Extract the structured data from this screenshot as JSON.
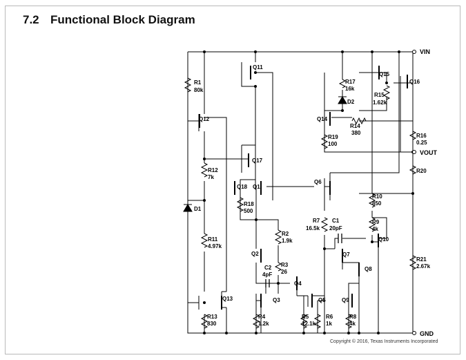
{
  "section": {
    "number": "7.2",
    "title": "Functional Block Diagram"
  },
  "copyright": "Copyright © 2016, Texas Instruments Incorporated",
  "pins": {
    "vin": "VIN",
    "vout": "VOUT",
    "gnd": "GND"
  },
  "transistors": [
    {
      "id": "q1",
      "label": "Q1"
    },
    {
      "id": "q2",
      "label": "Q2"
    },
    {
      "id": "q3",
      "label": "Q3"
    },
    {
      "id": "q4",
      "label": "Q4"
    },
    {
      "id": "q5",
      "label": "Q5"
    },
    {
      "id": "q6",
      "label": "Q6"
    },
    {
      "id": "q7",
      "label": "Q7"
    },
    {
      "id": "q8",
      "label": "Q8"
    },
    {
      "id": "q9",
      "label": "Q9"
    },
    {
      "id": "q10",
      "label": "Q10"
    },
    {
      "id": "q11",
      "label": "Q11"
    },
    {
      "id": "q12",
      "label": "Q12"
    },
    {
      "id": "q13",
      "label": "Q13"
    },
    {
      "id": "q14",
      "label": "Q14"
    },
    {
      "id": "q15",
      "label": "Q15"
    },
    {
      "id": "q16",
      "label": "Q16"
    },
    {
      "id": "q17",
      "label": "Q17"
    },
    {
      "id": "q18",
      "label": "Q18"
    }
  ],
  "resistors": [
    {
      "id": "r1",
      "label": "R1",
      "value": "80k"
    },
    {
      "id": "r2",
      "label": "R2",
      "value": "1.9k"
    },
    {
      "id": "r3",
      "label": "R3",
      "value": "26"
    },
    {
      "id": "r4",
      "label": "R4",
      "value": "1.2k"
    },
    {
      "id": "r5",
      "label": "R5",
      "value": "12.1k"
    },
    {
      "id": "r6",
      "label": "R6",
      "value": "1k"
    },
    {
      "id": "r7",
      "label": "R7",
      "value": "16.5k"
    },
    {
      "id": "r8",
      "label": "R8",
      "value": "4k"
    },
    {
      "id": "r9",
      "label": "R9",
      "value": "4k"
    },
    {
      "id": "r10",
      "label": "R10",
      "value": "850"
    },
    {
      "id": "r11",
      "label": "R11",
      "value": "4.97k"
    },
    {
      "id": "r12",
      "label": "R12",
      "value": "7k"
    },
    {
      "id": "r13",
      "label": "R13",
      "value": "830"
    },
    {
      "id": "r14",
      "label": "R14",
      "value": "380"
    },
    {
      "id": "r15",
      "label": "R15",
      "value": "1.62k"
    },
    {
      "id": "r16",
      "label": "R16",
      "value": "0.25"
    },
    {
      "id": "r17",
      "label": "R17",
      "value": "16k"
    },
    {
      "id": "r18",
      "label": "R18",
      "value": "500"
    },
    {
      "id": "r19",
      "label": "R19",
      "value": "100"
    },
    {
      "id": "r20",
      "label": "R20",
      "value": ""
    },
    {
      "id": "r21",
      "label": "R21",
      "value": "2.67k"
    }
  ],
  "capacitors": [
    {
      "id": "c1",
      "label": "C1",
      "value": "20pF"
    },
    {
      "id": "c2",
      "label": "C2",
      "value": "4pF"
    }
  ],
  "diodes": [
    {
      "id": "d1",
      "label": "D1"
    },
    {
      "id": "d2",
      "label": "D2"
    }
  ]
}
